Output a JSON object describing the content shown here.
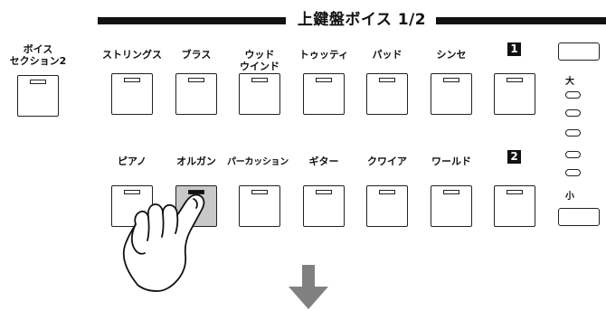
{
  "header": {
    "title": "上鍵盤ボイス 1/2"
  },
  "left_section": {
    "label": "ボイス\nセクション2"
  },
  "row1": {
    "labels": [
      "ストリングス",
      "ブラス",
      "ウッド\nウインド",
      "トゥッティ",
      "パッド",
      "シンセ"
    ],
    "number": "1"
  },
  "row2": {
    "labels": [
      "ピアノ",
      "オルガン",
      "パーカッション",
      "ギター",
      "クワイア",
      "ワールド"
    ],
    "number": "2",
    "pressed_button": "オルガン"
  },
  "right_panel": {
    "top_label": "大",
    "bottom_label": "小"
  },
  "icons": {
    "hand": "hand-pointer-icon",
    "arrow": "arrow-down-icon"
  }
}
